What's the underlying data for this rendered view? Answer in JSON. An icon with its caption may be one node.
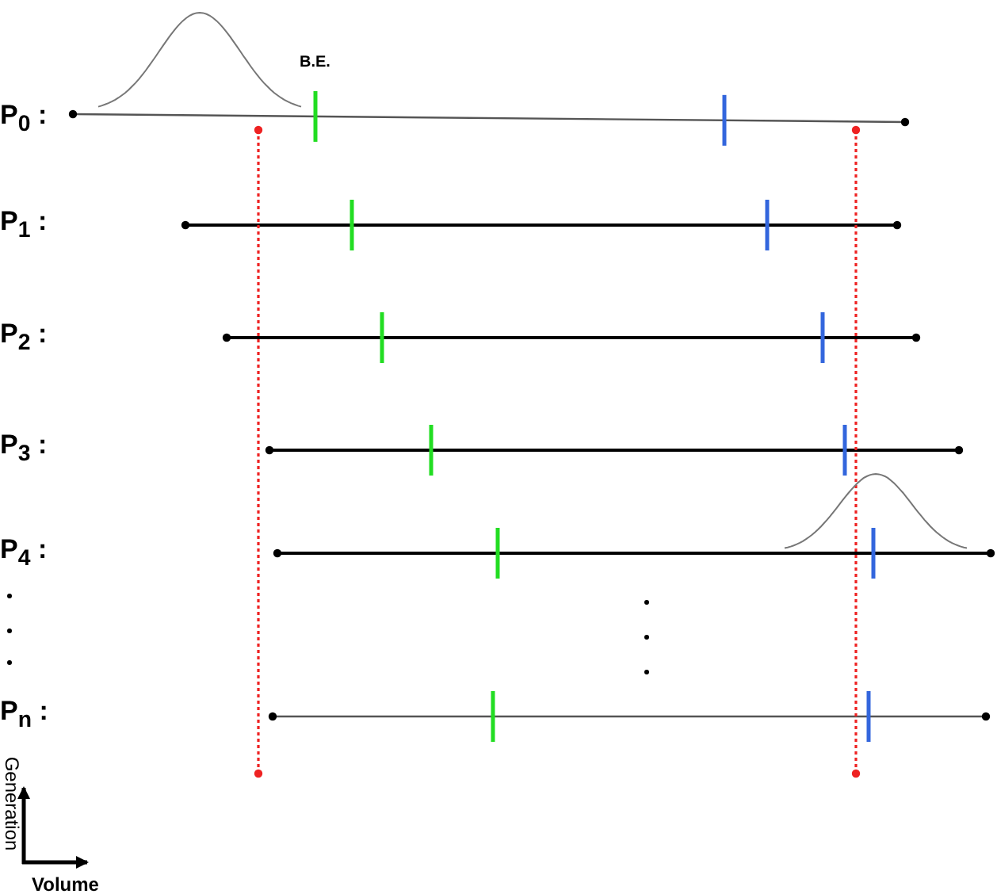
{
  "diagram": {
    "labels": [
      "B.E.",
      "P$_{0}$ :",
      "P$_{1}$ :",
      "P$_{2}$ :",
      "P$_{3}$ :",
      "P$_{4}$ :",
      "P$_{n}$ :",
      "Generation",
      "Volume"
    ]
  }
}
